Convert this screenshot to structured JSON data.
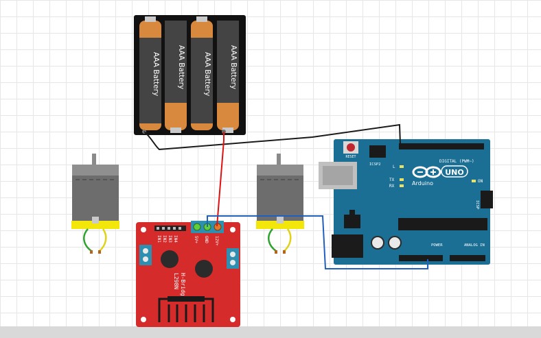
{
  "battery_pack": {
    "cells": [
      "AAA Battery",
      "AAA Battery",
      "AAA Battery",
      "AAA Battery"
    ]
  },
  "hbridge": {
    "title_line1": "L298N",
    "title_line2": "H-Bridge",
    "pin_labels": [
      "IN1",
      "IN2",
      "IN3",
      "IN4"
    ],
    "power_labels": [
      "5V+",
      "GND",
      "12V+"
    ]
  },
  "arduino": {
    "brand": "Arduino",
    "model": "UNO",
    "reset_label": "RESET",
    "icsp2_label": "ICSP2",
    "icsp_label": "ICSP",
    "digital_label": "DIGITAL (PWM~)",
    "led_l": "L",
    "led_tx": "TX",
    "led_rx": "RX",
    "led_on": "ON",
    "power_label": "POWER",
    "analog_label": "ANALOG IN"
  },
  "wire_colors": {
    "battery_positive": "#e01010",
    "battery_negative": "#1a1a1a",
    "gnd_link": "#1f5fbf"
  },
  "component_colors": {
    "hbridge_board": "#d62b2b",
    "arduino_board": "#1b6e94",
    "motor_body": "#777777",
    "motor_mount": "#f2e60a",
    "battery_cell": "#d8893d"
  }
}
